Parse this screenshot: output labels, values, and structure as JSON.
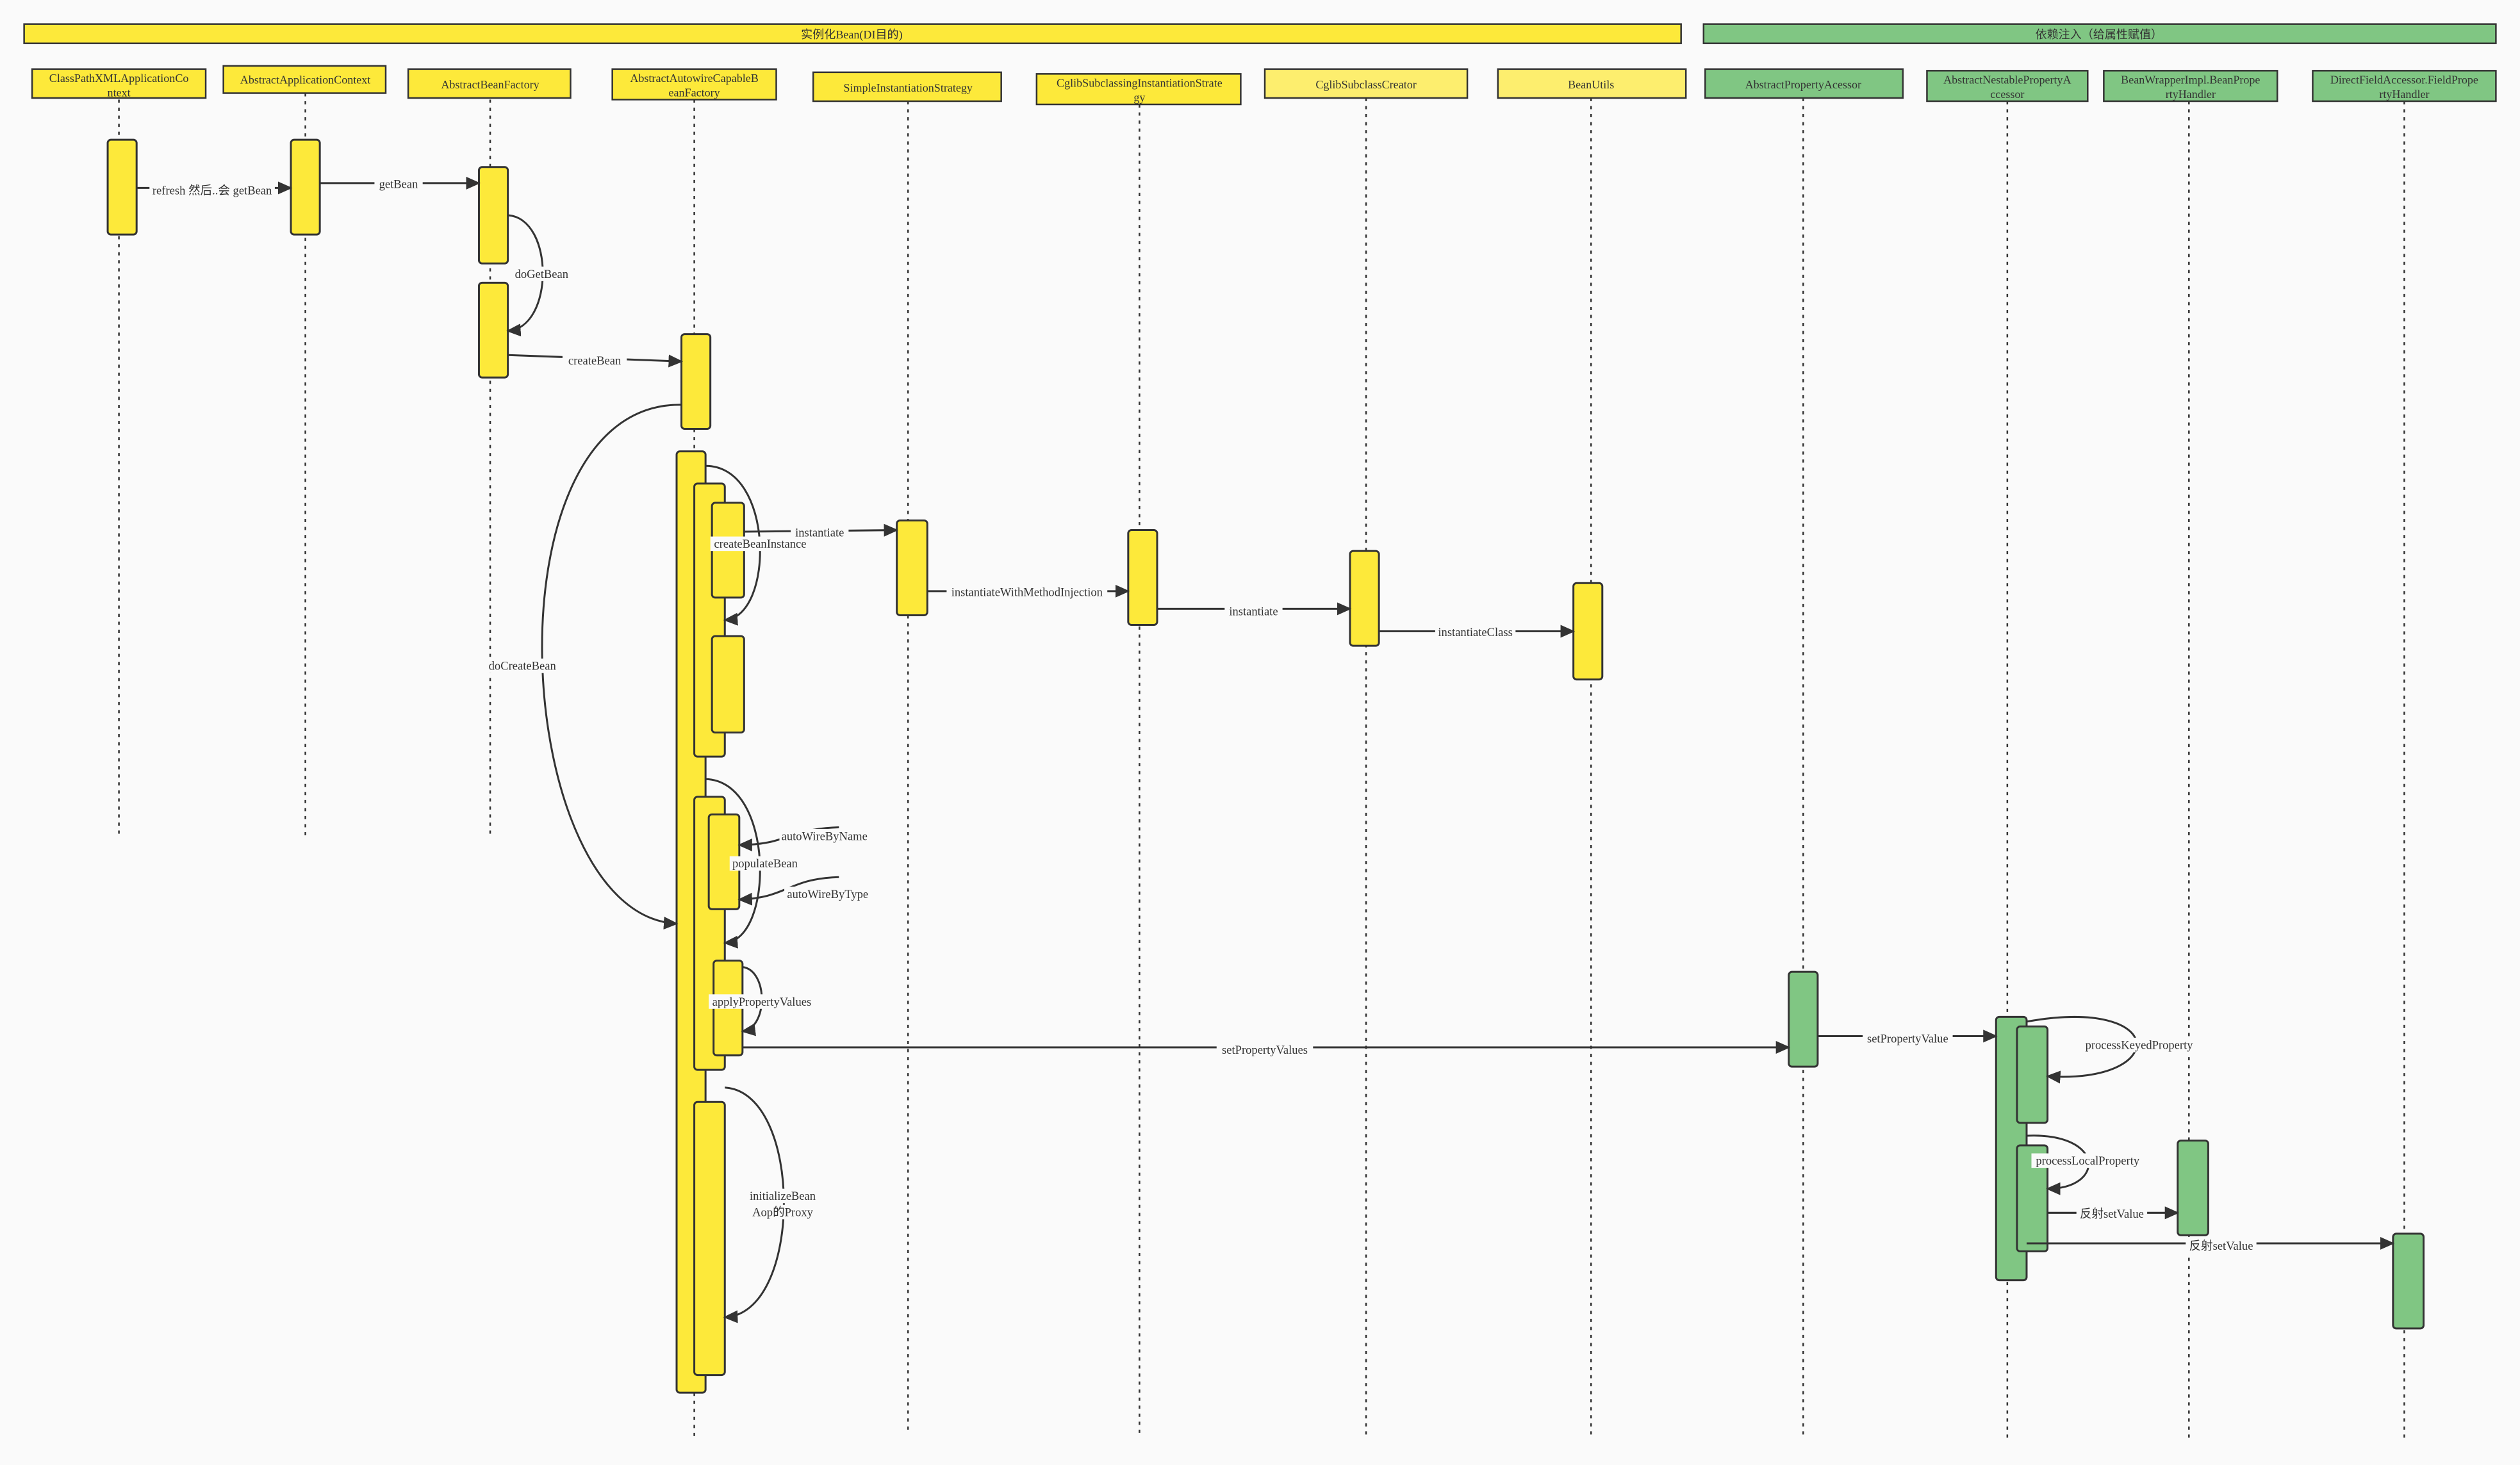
{
  "colors": {
    "yellow": "#fde93a",
    "yellow_light": "#fdee6e",
    "green": "#80c683",
    "stroke": "#333333",
    "bg": "#fafafa"
  },
  "groups": [
    {
      "key": "instantiate",
      "label": "实例化Bean(DI目的)",
      "color": "yellow"
    },
    {
      "key": "inject",
      "label": "依赖注入（给属性赋值）",
      "color": "green"
    }
  ],
  "participants": [
    {
      "key": "cpx",
      "line1": "ClassPathXMLApplicationCo",
      "line2": "ntext",
      "color": "yellow"
    },
    {
      "key": "aac",
      "line1": "AbstractApplicationContext",
      "line2": "",
      "color": "yellow"
    },
    {
      "key": "abf",
      "line1": "AbstractBeanFactory",
      "line2": "",
      "color": "yellow"
    },
    {
      "key": "aacbf",
      "line1": "AbstractAutowireCapableB",
      "line2": "eanFactory",
      "color": "yellow"
    },
    {
      "key": "sis",
      "line1": "SimpleInstantiationStrategy",
      "line2": "",
      "color": "yellow"
    },
    {
      "key": "csis",
      "line1": "CglibSubclassingInstantiationStrate",
      "line2": "gy",
      "color": "yellow"
    },
    {
      "key": "csc",
      "line1": "CglibSubclassCreator",
      "line2": "",
      "color": "yellow_light"
    },
    {
      "key": "bu",
      "line1": "BeanUtils",
      "line2": "",
      "color": "yellow_light"
    },
    {
      "key": "apa",
      "line1": "AbstractPropertyAcessor",
      "line2": "",
      "color": "green"
    },
    {
      "key": "anpa",
      "line1": "AbstractNestablePropertyA",
      "line2": "ccessor",
      "color": "green"
    },
    {
      "key": "bwi",
      "line1": "BeanWrapperImpl.BeanPrope",
      "line2": "rtyHandler",
      "color": "green"
    },
    {
      "key": "dfa",
      "line1": "DirectFieldAccessor.FieldPrope",
      "line2": "rtyHandler",
      "color": "green"
    }
  ],
  "messages": {
    "refresh": "refresh 然后..会 getBean",
    "getBean": "getBean",
    "doGetBean": "doGetBean",
    "createBean": "createBean",
    "doCreateBean": "doCreateBean",
    "instantiate": "instantiate",
    "createBeanInstance": "createBeanInstance",
    "instantiateWithMethodInjection": "instantiateWithMethodInjection",
    "instantiate2": "instantiate",
    "instantiateClass": "instantiateClass",
    "autoWireByName": "autoWireByName",
    "populateBean": "populateBean",
    "autoWireByType": "autoWireByType",
    "applyPropertyValues": "applyPropertyValues",
    "setPropertyValues": "setPropertyValues",
    "setPropertyValue": "setPropertyValue",
    "processKeyedProperty": "processKeyedProperty",
    "processLocalProperty": "processLocalProperty",
    "reflectSetValue1": "反射setValue",
    "reflectSetValue2": "反射setValue",
    "initializeBean": "initializeBean",
    "aopProxy": "Aop的Proxy"
  }
}
